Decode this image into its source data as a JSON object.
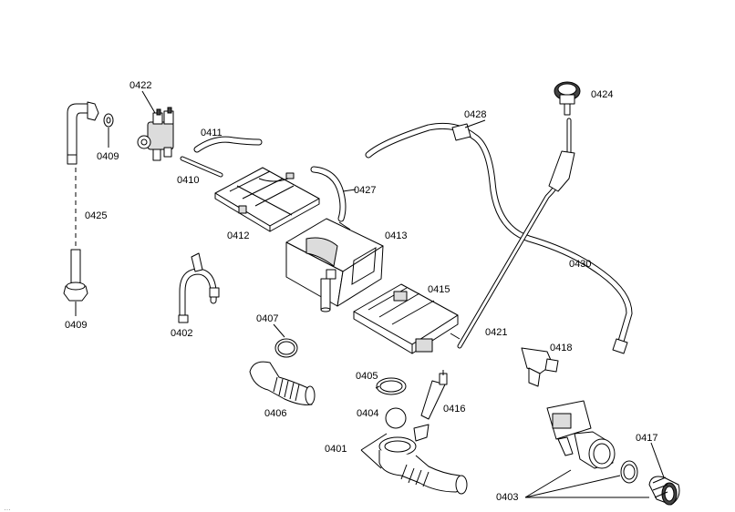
{
  "labels": {
    "p0422": "0422",
    "p0409a": "0409",
    "p0409b": "0409",
    "p0411": "0411",
    "p0410": "0410",
    "p0425": "0425",
    "p0412": "0412",
    "p0427": "0427",
    "p0413": "0413",
    "p0428": "0428",
    "p0424": "0424",
    "p0430": "0430",
    "p0402": "0402",
    "p0407": "0407",
    "p0415": "0415",
    "p0421": "0421",
    "p0418": "0418",
    "p0405": "0405",
    "p0416": "0416",
    "p0406": "0406",
    "p0404": "0404",
    "p0401": "0401",
    "p0417": "0417",
    "p0403": "0403"
  },
  "footer": "…"
}
